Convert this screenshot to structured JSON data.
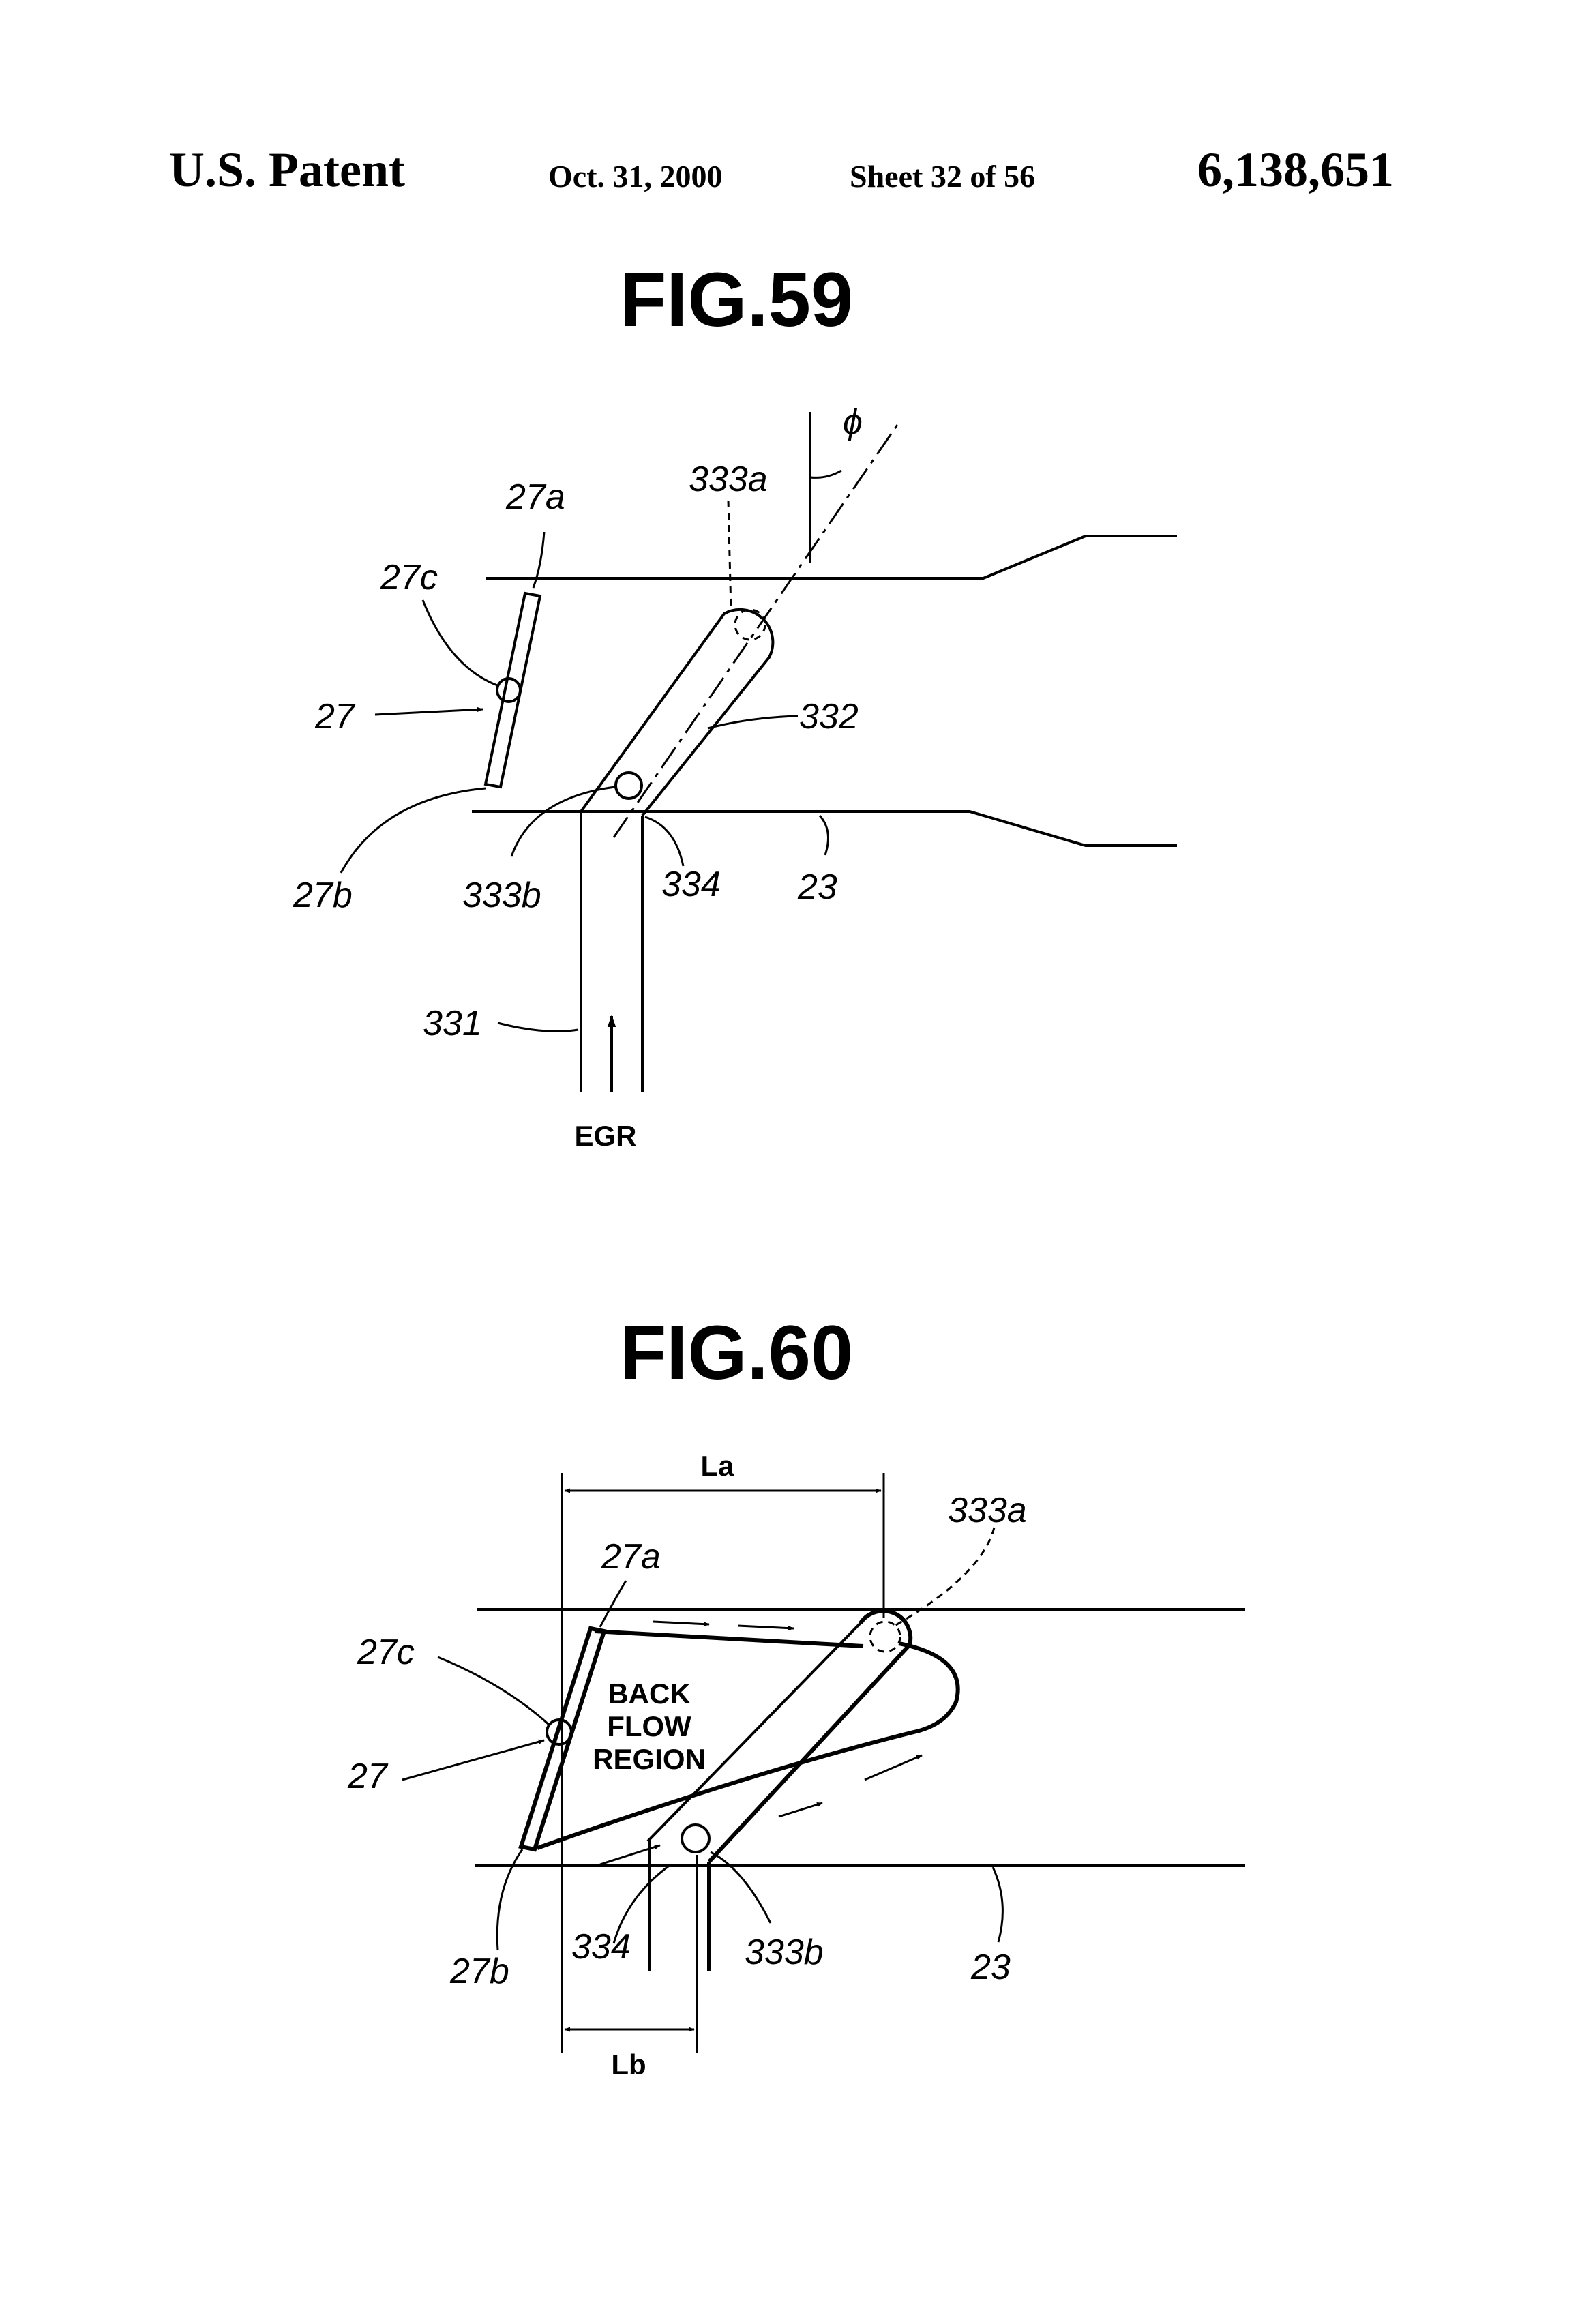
{
  "header": {
    "left": "U.S. Patent",
    "date": "Oct. 31, 2000",
    "sheet": "Sheet 32 of 56",
    "patent_number": "6,138,651"
  },
  "fig59": {
    "title": "FIG.59",
    "labels": {
      "phi": "ϕ",
      "r333a": "333a",
      "r27a": "27a",
      "r27c": "27c",
      "r27": "27",
      "r332": "332",
      "r27b": "27b",
      "r333b": "333b",
      "r334": "334",
      "r23": "23",
      "r331": "331",
      "egr": "EGR"
    }
  },
  "fig60": {
    "title": "FIG.60",
    "labels": {
      "La": "La",
      "r333a": "333a",
      "r27a": "27a",
      "r27c": "27c",
      "r27": "27",
      "back_flow_line1": "BACK",
      "back_flow_line2": "FLOW",
      "back_flow_line3": "REGION",
      "r27b": "27b",
      "r334": "334",
      "r333b": "333b",
      "r23": "23",
      "Lb": "Lb"
    }
  }
}
